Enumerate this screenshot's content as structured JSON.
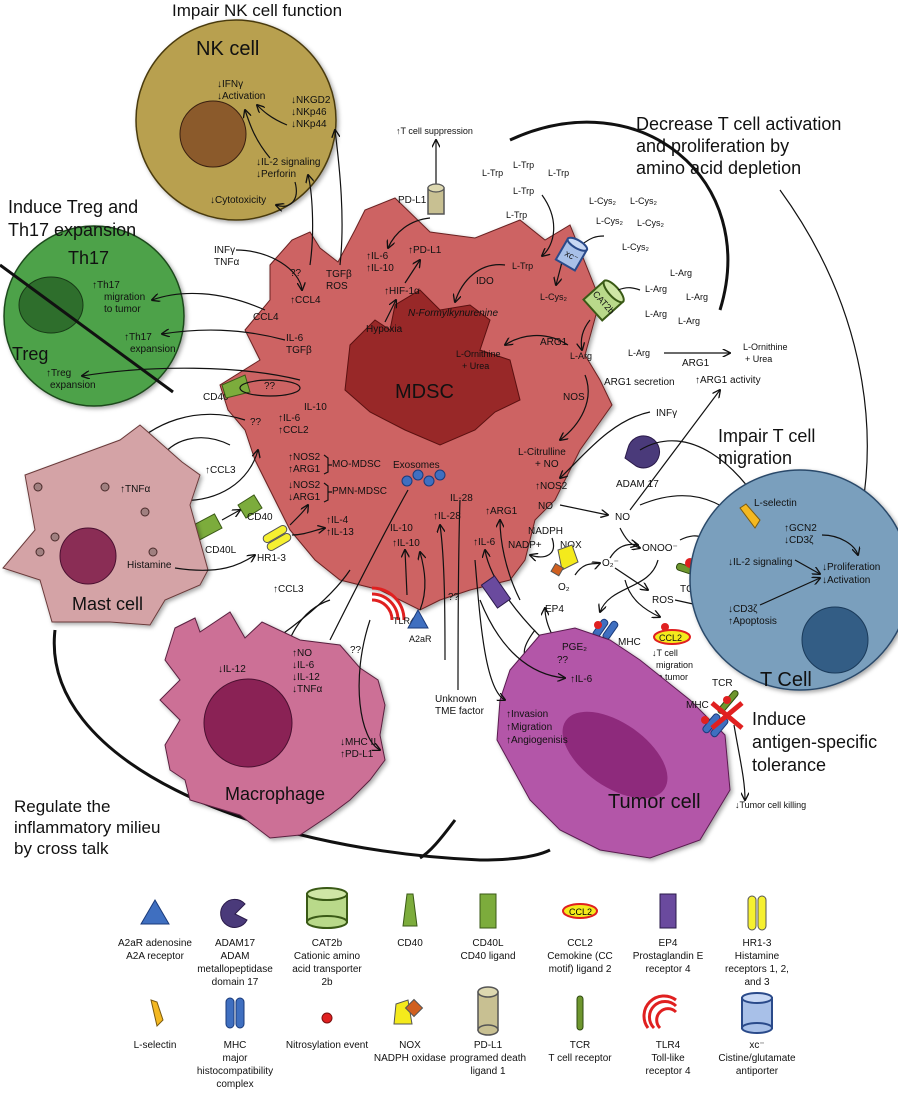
{
  "headings": {
    "nk": "Impair NK cell function",
    "treg": [
      "Induce Treg and",
      "Th17 expansion"
    ],
    "amino": [
      "Decrease T cell activation",
      "and proliferation by",
      "amino acid depletion"
    ],
    "migration": [
      "Impair T cell",
      "migration"
    ],
    "tolerance": [
      "Induce",
      "antigen-specific",
      "tolerance"
    ],
    "milieu": [
      "Regulate the",
      "inflammatory milieu",
      "by cross talk"
    ]
  },
  "cells": {
    "nk": {
      "name": "NK cell",
      "labels": [
        "↓IFNγ",
        "↓Activation",
        "↓NKGD2",
        "↓NKp46",
        "↓NKp44",
        "↓IL-2 signaling",
        "↓Perforin",
        "↓Cytotoxicity"
      ]
    },
    "th17": {
      "name": "Th17",
      "labels": [
        "↑Th17",
        "migration",
        "to tumor",
        "↑Th17",
        "expansion"
      ]
    },
    "treg": {
      "name": "Treg",
      "labels": [
        "↑Treg",
        "expansion"
      ]
    },
    "mdsc": {
      "name": "MDSC"
    },
    "mast": {
      "name": "Mast cell",
      "labels": [
        "↑TNFα",
        "Histamine"
      ]
    },
    "macrophage": {
      "name": "Macrophage",
      "labels": [
        "↓IL-12",
        "↑NO",
        "↓IL-6",
        "↓IL-12",
        "↓TNFα",
        "↓MHC II",
        "↑PD-L1"
      ]
    },
    "tumor": {
      "name": "Tumor cell",
      "labels": [
        "↑Invasion",
        "↑Migration",
        "↑Angiogenisis",
        "PGE₂",
        "??",
        "↑IL-6"
      ]
    },
    "tcell": {
      "name": "T Cell",
      "labels": [
        "↑GCN2",
        "↓CD3ζ",
        "↓IL-2 signaling",
        "↓Proliferation",
        "↓Activation",
        "↓CD3ζ",
        "↑Apoptosis"
      ]
    }
  },
  "mdsc_labels": {
    "tcell_suppression": "↑T cell suppression",
    "pdl1": "PD-L1",
    "infg_tnfa": [
      "INFγ",
      "TNFα"
    ],
    "qq": "??",
    "ccl4_up": "↑CCL4",
    "tgfb_ros": [
      "TGFβ",
      "ROS"
    ],
    "il6_il10": [
      "↑IL-6",
      "↑IL-10"
    ],
    "pdl1_up": "↑PD-L1",
    "hif": "↑HIF-1α",
    "hypoxia": "Hypoxia",
    "ido": "IDO",
    "nfk": "N-Formylkynurenine",
    "ccl4": "CCL4",
    "il6_tgfb": [
      "IL-6",
      "TGFβ"
    ],
    "cd40": "CD40",
    "il10": "IL-10",
    "il6_ccl2": [
      "↑IL-6",
      "↑CCL2"
    ],
    "mo_mdsc": [
      "↑NOS2",
      "↑ARG1",
      "MO-MDSC"
    ],
    "pmn_mdsc": [
      "↓NOS2",
      "↓ARG1",
      "PMN-MDSC"
    ],
    "exosomes": "Exosomes",
    "ccl3": "↑CCL3",
    "cd40_b": "CD40",
    "cd40l": "CD40L",
    "hr13": "HR1-3",
    "il4_il13": [
      "↑IL-4",
      "↑IL-13"
    ],
    "il10_b": "IL-10",
    "il10_up": "↑IL-10",
    "il28_up": "↑IL-28",
    "il28": "IL-28",
    "ccl3_b": "↑CCL3",
    "tlr4": "TLR4",
    "a2ar": "A2aR",
    "unknown_tme": [
      "Unknown",
      "TME factor"
    ],
    "arg1_up": "↑ARG1",
    "il6_up": "↑IL-6",
    "ltrp": "L-Trp",
    "lcys2": "L-Cys₂",
    "xc": "xc⁻",
    "cat2b": "CAT2b",
    "larg": "L-Arg",
    "arg1": "ARG1",
    "orn_urea": [
      "L-Ornithine",
      "+ Urea"
    ],
    "nos": "NOS",
    "citrulline": [
      "L-Citrulline",
      "+ NO"
    ],
    "nos2_up": "↑NOS2",
    "no": "NO",
    "nadph": "NADPH",
    "nadp": "NADP+",
    "nox": "NOX",
    "o2": "O₂",
    "o2minus": "O₂⁻",
    "onoo": "ONOO⁻",
    "ros": "ROS",
    "ep4": "EP4",
    "mhc": "MHC",
    "ccl2": "CCL2",
    "tcell_mig": [
      "↓T cell",
      "migration",
      "to tumor"
    ],
    "tcr": "TCR",
    "adam17": "ADAM 17",
    "infg": "INFγ",
    "arg1_secretion": "ARG1 secretion",
    "arg1_activity": "↑ARG1 activity",
    "lselectin": "L-selectin",
    "tumor_killing": "↓Tumor cell killing"
  },
  "legend": [
    {
      "icon": "a2ar-triangle-icon",
      "lines": [
        "A2aR adenosine",
        "A2A receptor"
      ]
    },
    {
      "icon": "adam17-pacman-icon",
      "lines": [
        "ADAM17",
        "ADAM",
        "metallopeptidase",
        "domain 17"
      ]
    },
    {
      "icon": "cat2b-cylinder-icon",
      "lines": [
        "CAT2b",
        "Cationic amino",
        "acid transporter",
        "2b"
      ]
    },
    {
      "icon": "cd40-trapezoid-icon",
      "lines": [
        "CD40"
      ]
    },
    {
      "icon": "cd40l-rectangle-icon",
      "lines": [
        "CD40L",
        "CD40 ligand"
      ]
    },
    {
      "icon": "ccl2-ellipse-icon",
      "lines": [
        "CCL2",
        "Cemokine (CC",
        "motif) ligand 2"
      ]
    },
    {
      "icon": "ep4-rectangle-icon",
      "lines": [
        "EP4",
        "Prostaglandin E",
        "receptor 4"
      ]
    },
    {
      "icon": "hr13-cylinders-icon",
      "lines": [
        "HR1-3",
        "Histamine",
        "receptors 1, 2,",
        "and 3"
      ]
    },
    {
      "icon": "lselectin-icon",
      "lines": [
        "L-selectin"
      ]
    },
    {
      "icon": "mhc-icon",
      "lines": [
        "MHC",
        "major",
        "histocompatibility",
        "complex"
      ]
    },
    {
      "icon": "nitrosylation-dot-icon",
      "lines": [
        "Nitrosylation event"
      ]
    },
    {
      "icon": "nox-icon",
      "lines": [
        "NOX",
        "NADPH oxidase"
      ]
    },
    {
      "icon": "pdl1-cylinder-icon",
      "lines": [
        "PD-L1",
        "programed death",
        "ligand 1"
      ]
    },
    {
      "icon": "tcr-rod-icon",
      "lines": [
        "TCR",
        "T cell receptor"
      ]
    },
    {
      "icon": "tlr4-arcs-icon",
      "lines": [
        "TLR4",
        "Toll-like",
        "receptor 4"
      ]
    },
    {
      "icon": "xc-cylinder-icon",
      "lines": [
        "xc⁻",
        "Cistine/glutamate",
        "antiporter"
      ]
    }
  ],
  "ccl2_badge": "CCL2",
  "colors": {
    "nk": "#b8a050",
    "nk_nucleus": "#8b5a2b",
    "th17": "#4ea24a",
    "treg_nucleus": "#2e6e2c",
    "mdsc": "#cd6464",
    "mdsc_core": "#982828",
    "mast": "#d4a3a6",
    "mast_nucleus": "#8a2d55",
    "macrophage": "#cc7096",
    "macrophage_nucleus": "#8a2255",
    "tumor": "#b356a8",
    "tumor_nucleus": "#8e2a7c",
    "tcell": "#7a9fbd",
    "tcell_nucleus": "#335d85"
  }
}
